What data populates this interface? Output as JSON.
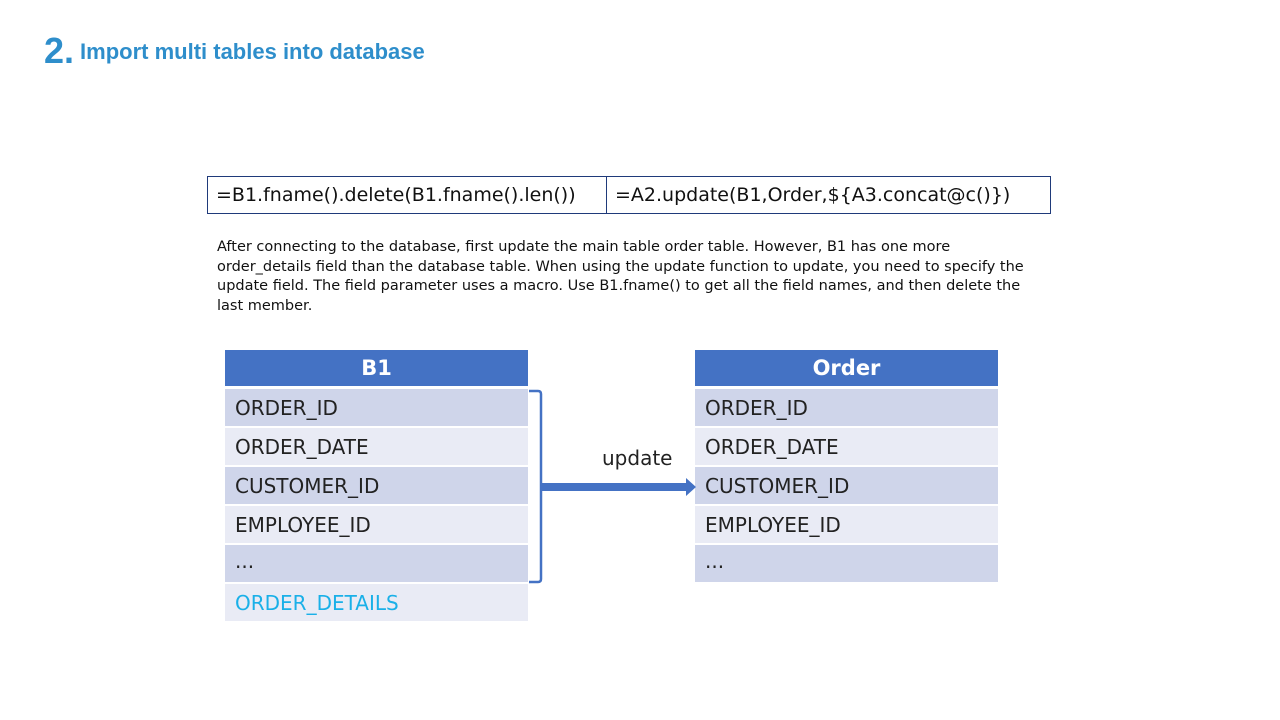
{
  "title": {
    "number": "2.",
    "text": "Import multi tables into database"
  },
  "code": {
    "cell1": "=B1.fname().delete(B1.fname().len())",
    "cell2": "=A2.update(B1,Order,${A3.concat@c()})"
  },
  "description": "After connecting to the database, first update the main table order table. However, B1 has one more order_details field than the database table. When using the update function to update, you need to specify the update field. The field parameter uses a macro.  Use B1.fname() to get all the field names, and then delete the last member.",
  "b1_table": {
    "header": "B1",
    "rows": [
      "ORDER_ID",
      "ORDER_DATE",
      "CUSTOMER_ID",
      "EMPLOYEE_ID",
      "...",
      "ORDER_DETAILS"
    ]
  },
  "order_table": {
    "header": "Order",
    "rows": [
      "ORDER_ID",
      "ORDER_DATE",
      "CUSTOMER_ID",
      "EMPLOYEE_ID",
      "..."
    ]
  },
  "arrow_label": "update",
  "colors": {
    "accent": "#2e8ecb",
    "header": "#4472c4",
    "highlight": "#1ab0e8"
  }
}
